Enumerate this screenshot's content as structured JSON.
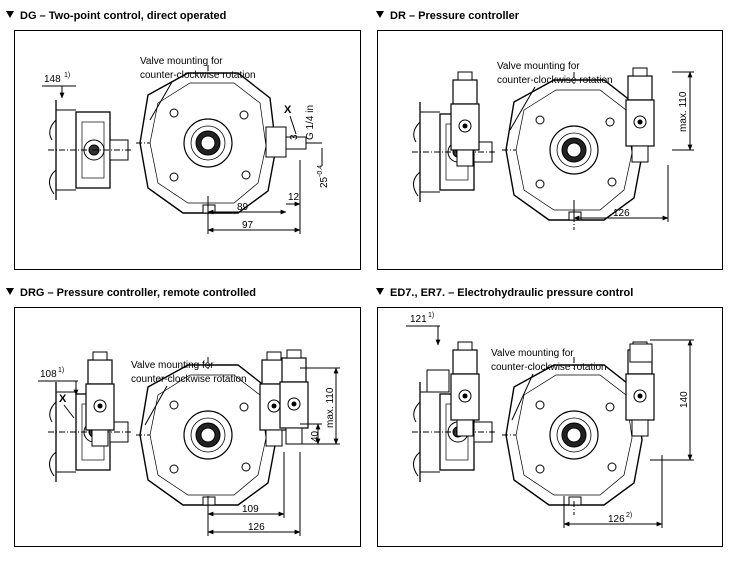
{
  "panels": [
    {
      "title": "DG – Two-point control, direct operated",
      "note": [
        "Valve mounting for",
        "counter-clockwise rotation"
      ],
      "dims": {
        "d148": "148",
        "d148_sup": "1)",
        "x": "X",
        "g": "G 1/4 in",
        "d3": "3",
        "d25": "25",
        "d25_sup": "-0.4",
        "d12": "12",
        "d89": "89",
        "d97": "97"
      }
    },
    {
      "title": "DR – Pressure controller",
      "note": [
        "Valve mounting for",
        "counter-clockwise rotation"
      ],
      "dims": {
        "dmax110": "max. 110",
        "d126": "126"
      }
    },
    {
      "title": "DRG – Pressure controller, remote controlled",
      "note": [
        "Valve mounting for",
        "counter-clockwise rotation"
      ],
      "dims": {
        "d108": "108",
        "d108_sup": "1)",
        "x": "X",
        "d40": "40",
        "dmax110": "max. 110",
        "d109": "109",
        "d126": "126"
      }
    },
    {
      "title": "ED7., ER7. – Electrohydraulic pressure control",
      "note": [
        "Valve mounting for",
        "counter-clockwise rotation"
      ],
      "dims": {
        "d121": "121",
        "d121_sup": "1)",
        "d140": "140",
        "d126": "126",
        "d126_sup": "2)"
      }
    }
  ]
}
